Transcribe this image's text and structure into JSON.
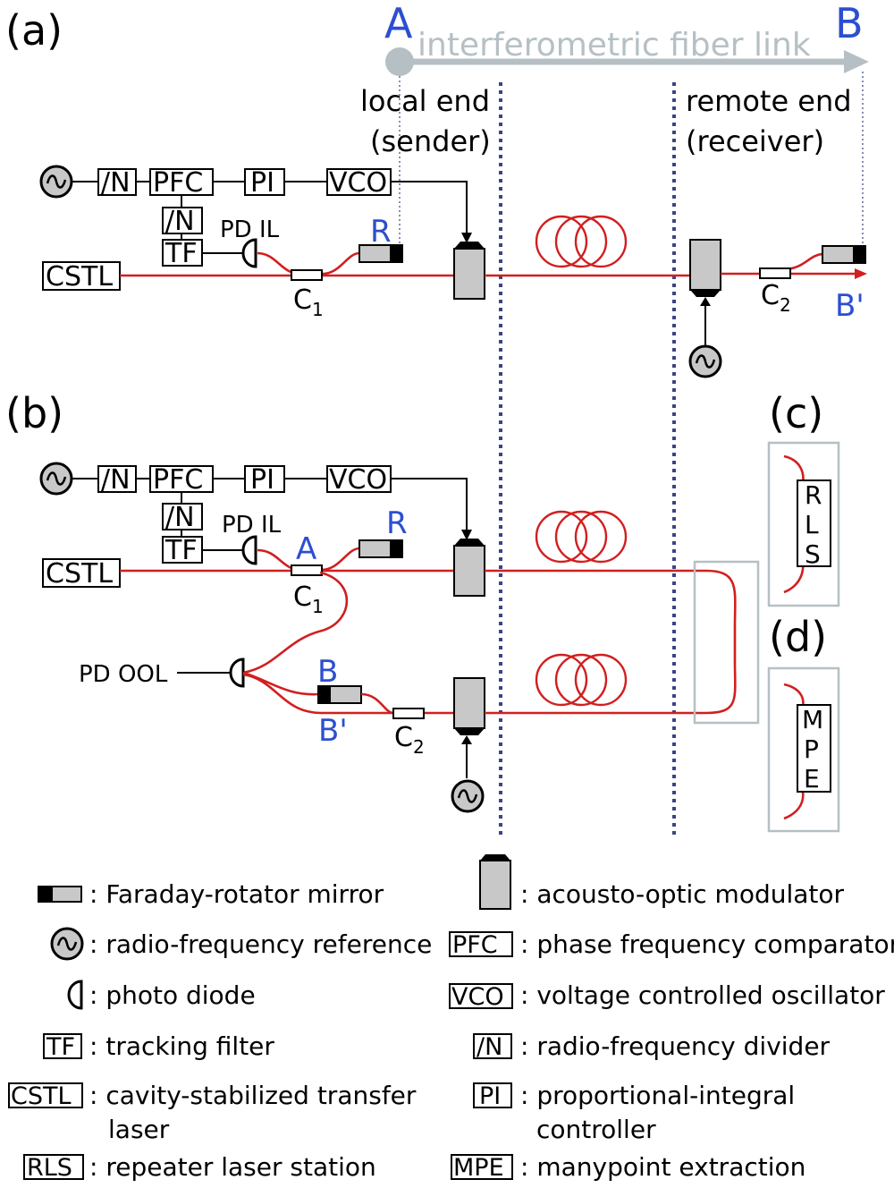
{
  "panels": {
    "a": "(a)",
    "b": "(b)",
    "c": "(c)",
    "d": "(d)"
  },
  "link": {
    "from": "A",
    "to": "B",
    "label": "interferometric fiber link"
  },
  "ends": {
    "local_1": "local end",
    "local_2": "(sender)",
    "remote_1": "remote end",
    "remote_2": "(receiver)"
  },
  "blocks": {
    "div": "/N",
    "pfc": "PFC",
    "pi": "PI",
    "vco": "VCO",
    "tf": "TF",
    "cstl": "CSTL"
  },
  "labels": {
    "pd_il": "PD IL",
    "pd_ool": "PD OOL",
    "r": "R",
    "a": "A",
    "b": "B",
    "b_prime": "B'",
    "c": "C",
    "sub_1": "1",
    "sub_2": "2"
  },
  "rls": [
    "R",
    "L",
    "S"
  ],
  "mpe": [
    "M",
    "P",
    "E"
  ],
  "legend": {
    "frm": ": Faraday-rotator mirror",
    "rf": ": radio-frequency reference",
    "pd": ": photo diode",
    "tf_key": "TF",
    "tf": ": tracking filter",
    "cstl_key": "CSTL",
    "cstl_1": ": cavity-stabilized transfer",
    "cstl_2": "laser",
    "rls_key": "RLS",
    "rls": ": repeater laser station",
    "aom": ": acousto-optic modulator",
    "pfc_key": "PFC",
    "pfc": ": phase frequency comparator",
    "vco_key": "VCO",
    "vco": ": voltage controlled oscillator",
    "div_key": "/N",
    "div": ": radio-frequency divider",
    "pi_key": "PI",
    "pi_1": ": proportional-integral",
    "pi_2": "controller",
    "mpe_key": "MPE",
    "mpe": ": manypoint extraction"
  },
  "colors": {
    "fiber": "#d11f1f",
    "accent": "#2c4fd0",
    "link_arrow": "#b6c0c4",
    "divider": "#3a4486"
  }
}
